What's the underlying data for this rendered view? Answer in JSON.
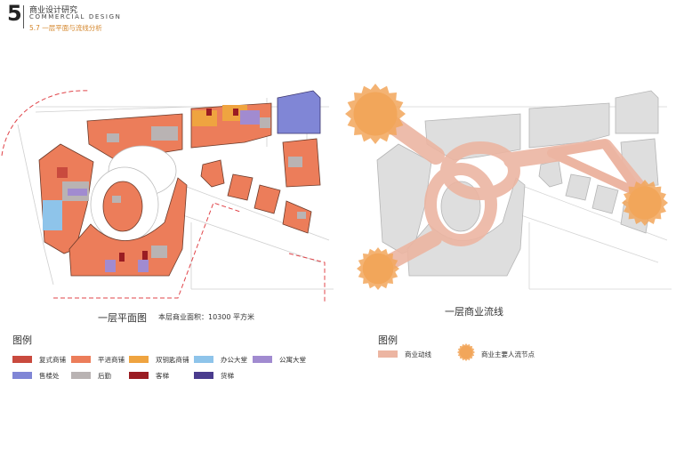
{
  "header": {
    "chapter_number": "5",
    "title": "商业设计研究",
    "subtitle": "COMMERCIAL DESIGN",
    "section": "5.7  一层平面与流线分析"
  },
  "left_plan": {
    "caption": "一层平面图",
    "note": "本层商业面积：10300 平方米"
  },
  "right_plan": {
    "caption": "一层商业流线"
  },
  "left_legend": {
    "title": "图例",
    "items": [
      {
        "label": "复式商铺",
        "color": "#c94a3e"
      },
      {
        "label": "平进商铺",
        "color": "#ec7d5a"
      },
      {
        "label": "双钥匙商铺",
        "color": "#efa440"
      },
      {
        "label": "办公大堂",
        "color": "#8ec4ea"
      },
      {
        "label": "公寓大堂",
        "color": "#a18bd0"
      },
      {
        "label": "售楼处",
        "color": "#8086d6"
      },
      {
        "label": "后勤",
        "color": "#b9b3b3"
      },
      {
        "label": "客梯",
        "color": "#9a1c22"
      },
      {
        "label": "货梯",
        "color": "#4a3c8e"
      }
    ]
  },
  "right_legend": {
    "title": "图例",
    "items": [
      {
        "label": "商业动线",
        "color": "#ecb5a2",
        "icon": "swatch"
      },
      {
        "label": "商业主要人流节点",
        "color": "#f2a65a",
        "icon": "sun-node-icon"
      }
    ]
  },
  "colors": {
    "street_dash": "#e0454a",
    "ground_line": "#c9c9c9",
    "plan_grey": "#dedede",
    "flow": "#ecb5a2",
    "node": "#f2a65a"
  }
}
